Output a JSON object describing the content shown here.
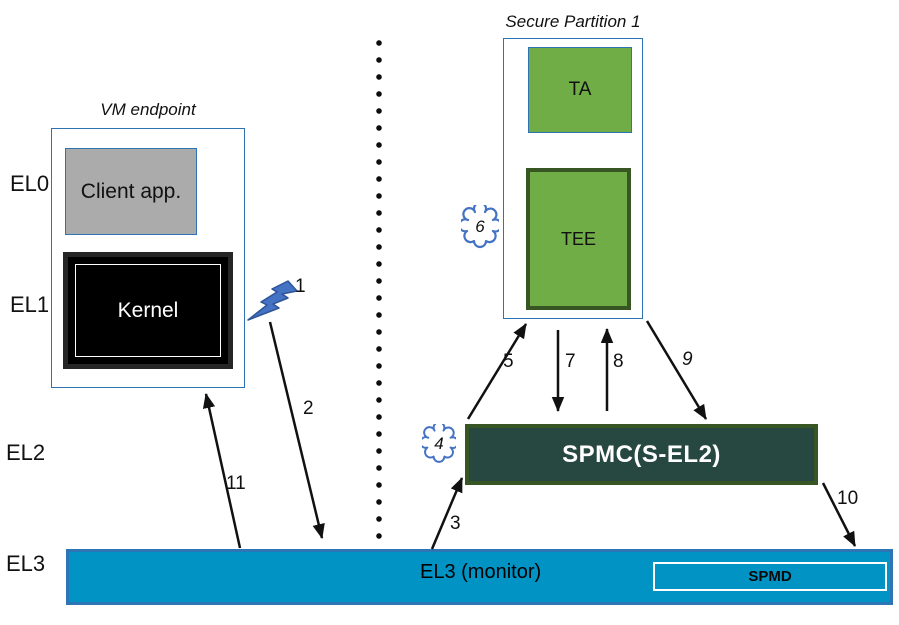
{
  "levels": {
    "el0": "EL0",
    "el1": "EL1",
    "el2": "EL2",
    "el3": "EL3"
  },
  "vm_endpoint": {
    "title": "VM endpoint",
    "client_app_label": "Client app.",
    "kernel_label": "Kernel"
  },
  "secure_partition": {
    "title": "Secure Partition 1",
    "ta_label": "TA",
    "tee_label": "TEE"
  },
  "spmc": {
    "label": "SPMC(S-EL2)"
  },
  "monitor_bar": {
    "label": "EL3 (monitor)",
    "spmd_label": "SPMD"
  },
  "steps": {
    "s1": "1",
    "s2": "2",
    "s3": "3",
    "s4": "4",
    "s5": "5",
    "s6": "6",
    "s7": "7",
    "s8": "8",
    "s9": "9",
    "s10": "10",
    "s11": "11"
  },
  "icons": {
    "lightning": "lightning-bolt-icon",
    "cloud_upper": "thought-cloud-icon",
    "cloud_lower": "thought-cloud-icon"
  },
  "colors": {
    "partition_green": "#70ad47",
    "dark_green_border": "#375623",
    "spmc_fill": "#274840",
    "monitor_bar_fill": "#0093c4",
    "monitor_bar_border": "#2e75b6",
    "box_border_blue": "#2e74b5",
    "shape_blue": "#4472c4",
    "client_app_gray": "#ababab",
    "arrow_black": "#111111"
  }
}
